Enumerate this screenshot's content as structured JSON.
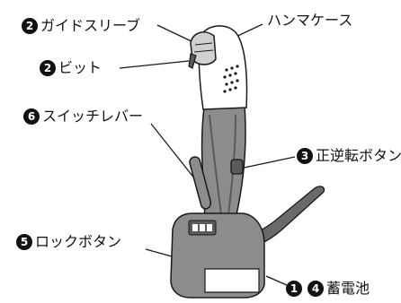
{
  "labels": {
    "guide_sleeve": {
      "num": "2",
      "text": "ガイドスリーブ"
    },
    "bit": {
      "num": "2",
      "text": "ビット"
    },
    "hammer_case": {
      "text": "ハンマケース"
    },
    "switch_lever": {
      "num": "6",
      "text": "スイッチレバー"
    },
    "forward_reverse_button": {
      "num": "3",
      "text": "正逆転ボタン"
    },
    "lock_button": {
      "num": "5",
      "text": "ロックボタン"
    },
    "battery": {
      "num1": "1",
      "num2": "4",
      "text": "蓄電池"
    }
  },
  "colors": {
    "text": "#111111",
    "tool_body": "#8c8c8c",
    "tool_dark": "#5a5a5a",
    "tool_light": "#ffffff",
    "outline": "#1a1a1a"
  }
}
